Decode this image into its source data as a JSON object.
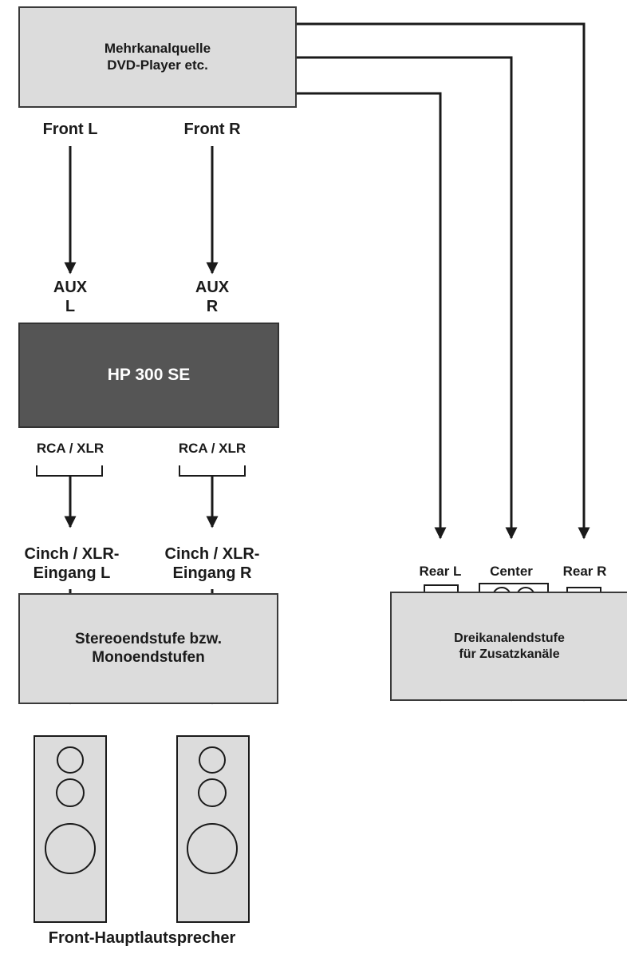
{
  "source": {
    "line1": "Mehrkanalquelle",
    "line2": "DVD-Player etc."
  },
  "front_labels": {
    "left": "Front L",
    "right": "Front R"
  },
  "aux": {
    "left_line1": "AUX",
    "left_line2": "L",
    "right_line1": "AUX",
    "right_line2": "R"
  },
  "processor": {
    "name": "HP 300 SE"
  },
  "outputs": {
    "left": "RCA / XLR",
    "right": "RCA / XLR"
  },
  "inputs": {
    "left_line1": "Cinch / XLR-",
    "left_line2": "Eingang L",
    "right_line1": "Cinch / XLR-",
    "right_line2": "Eingang R"
  },
  "stereo_amp": {
    "line1": "Stereoendstufe bzw.",
    "line2": "Monoendstufen"
  },
  "surround_labels": {
    "rear_l": "Rear L",
    "center": "Center",
    "rear_r": "Rear R"
  },
  "three_ch_amp": {
    "line1": "Dreikanalendstufe",
    "line2": "für Zusatzkanäle"
  },
  "speakers": {
    "main_caption": "Front-Hauptlautsprecher"
  },
  "colors": {
    "box_fill": "#dcdcdc",
    "processor_fill": "#555555",
    "line": "#1a1a1a",
    "speaker_fill": "#dcdcdc"
  }
}
